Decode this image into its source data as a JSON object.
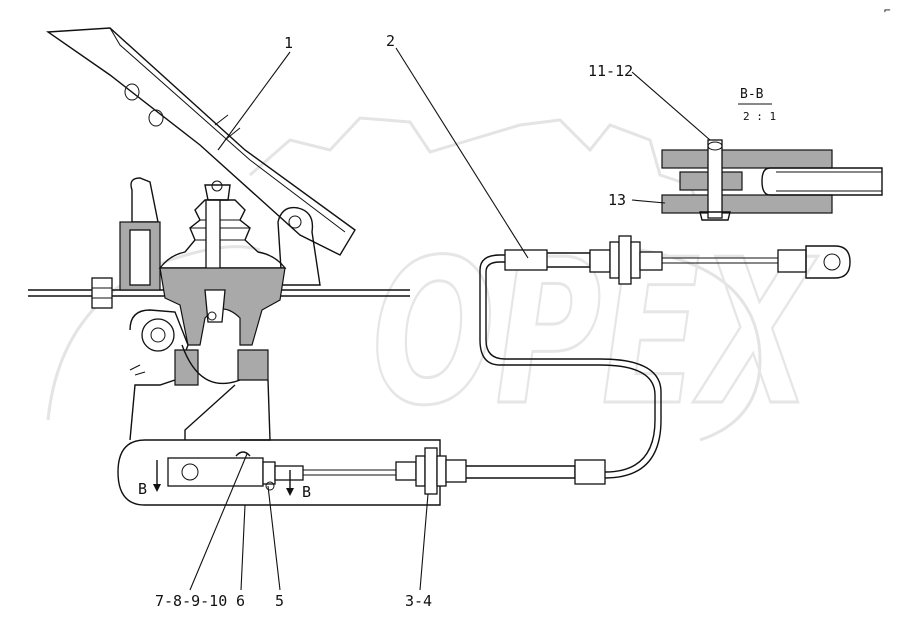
{
  "labels": {
    "part1": "1",
    "part2": "2",
    "part11_12": "11-12",
    "part13": "13",
    "part7_8_9_10": "7-8-9-10",
    "part6": "6",
    "part5": "5",
    "part3_4": "3-4"
  },
  "section": {
    "name": "B-B",
    "scale": "2 : 1",
    "marker_left": "B",
    "marker_right": "B"
  },
  "watermark": {
    "text": "OPEX"
  },
  "corner_mark": "⌐"
}
